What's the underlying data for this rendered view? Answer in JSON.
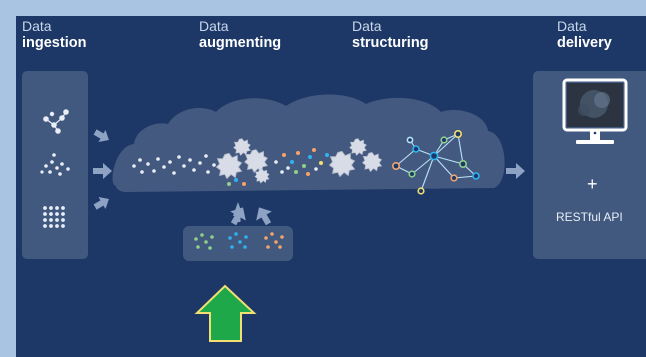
{
  "stages": [
    {
      "line1": "Data",
      "line2": "ingestion"
    },
    {
      "line1": "Data",
      "line2": "augmenting"
    },
    {
      "line1": "Data",
      "line2": "structuring"
    },
    {
      "line1": "Data",
      "line2": "delivery"
    }
  ],
  "delivery": {
    "plus": "+",
    "api_label": "RESTful API"
  },
  "colors": {
    "background_frame": "#a9c3e2",
    "stage_bg": "#1d3867",
    "node_orange": "#f4a46a",
    "node_green": "#8fd08a",
    "node_blue": "#2fb3f0",
    "node_yellow": "#f1e071",
    "arrow_green": "#1ea84a"
  },
  "icons": [
    "molecule-icon",
    "dot-cluster-icon",
    "dot-grid-icon",
    "gear-icon",
    "network-graph-icon",
    "monitor-icon",
    "up-arrow-icon"
  ]
}
